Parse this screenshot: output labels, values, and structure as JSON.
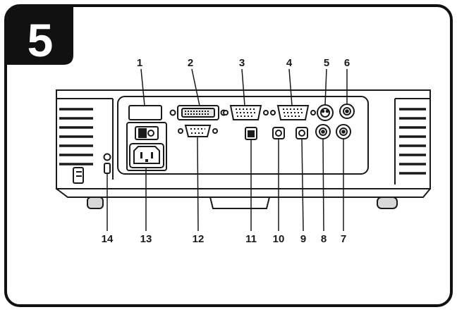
{
  "step_number": "5",
  "callouts_top": [
    "1",
    "2",
    "3",
    "4",
    "5",
    "6"
  ],
  "callouts_bottom": [
    "14",
    "13",
    "12",
    "11",
    "10",
    "9",
    "8",
    "7"
  ],
  "colors": {
    "ink": "#1a1a1a",
    "frame": "#111111",
    "badge": "#111111"
  }
}
